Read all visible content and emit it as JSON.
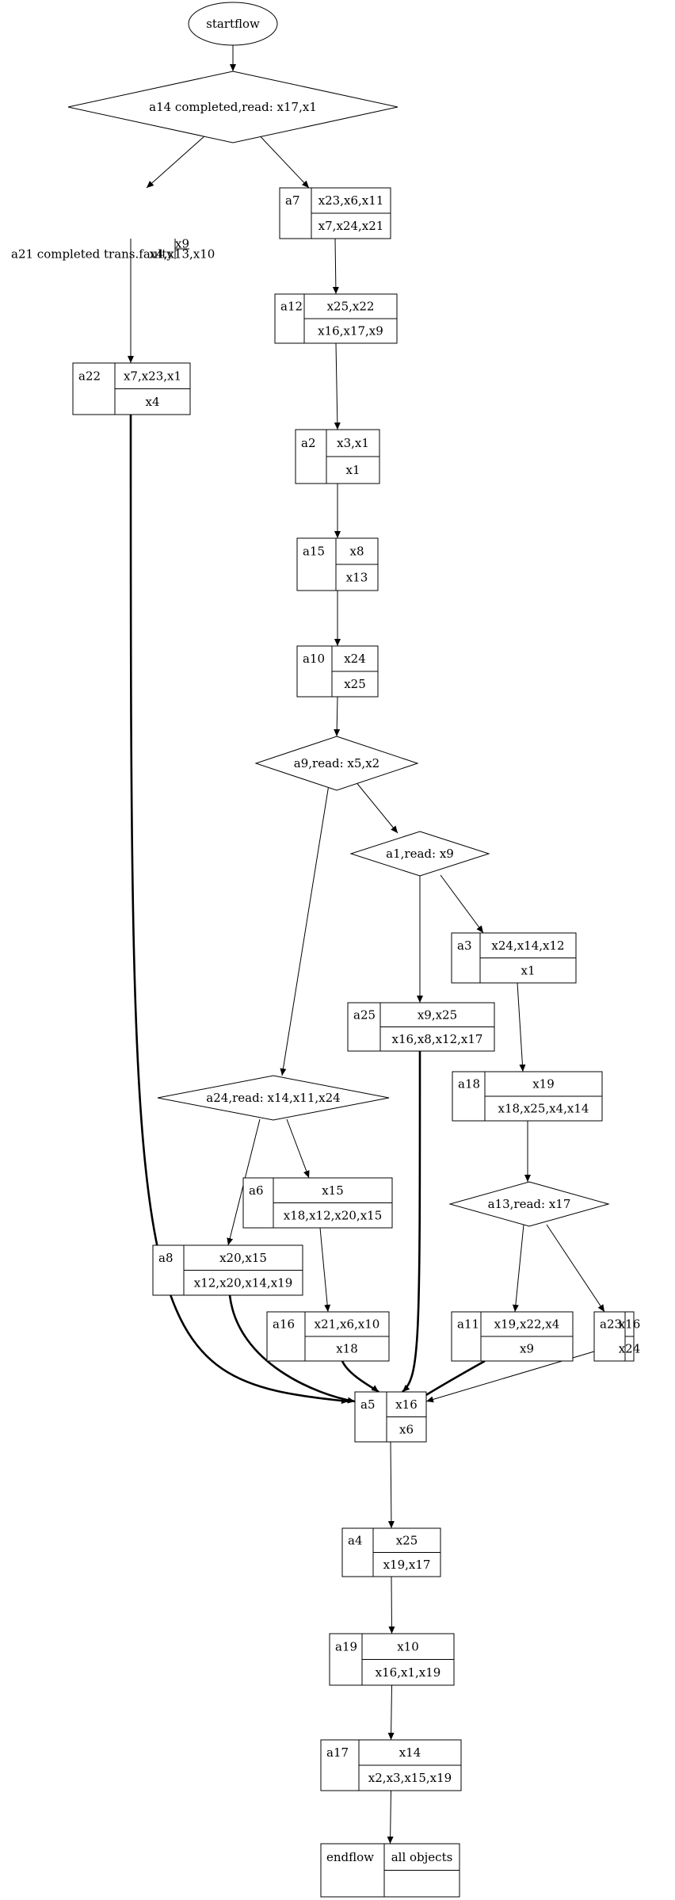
{
  "start": {
    "label": "startflow"
  },
  "decisions": [
    {
      "id": "d14",
      "label": "a14 completed,read: x17,x1"
    },
    {
      "id": "d9",
      "label": "a9,read: x5,x2"
    },
    {
      "id": "d1",
      "label": "a1,read: x9"
    },
    {
      "id": "d24",
      "label": "a24,read: x14,x11,x24"
    },
    {
      "id": "d13",
      "label": "a13,read: x17"
    }
  ],
  "activities": [
    {
      "id": "a21",
      "name": "a21 completed trans.faulty",
      "top": "x4,x13,x10",
      "bottom": "x9"
    },
    {
      "id": "a7",
      "name": "a7",
      "top": "x23,x6,x11",
      "bottom": "x7,x24,x21"
    },
    {
      "id": "a12",
      "name": "a12",
      "top": "x25,x22",
      "bottom": "x16,x17,x9"
    },
    {
      "id": "a22",
      "name": "a22",
      "top": "x7,x23,x1",
      "bottom": "x4"
    },
    {
      "id": "a2",
      "name": "a2",
      "top": "x3,x1",
      "bottom": "x1"
    },
    {
      "id": "a15",
      "name": "a15",
      "top": "x8",
      "bottom": "x13"
    },
    {
      "id": "a10",
      "name": "a10",
      "top": "x24",
      "bottom": "x25"
    },
    {
      "id": "a3",
      "name": "a3",
      "top": "x24,x14,x12",
      "bottom": "x1"
    },
    {
      "id": "a25",
      "name": "a25",
      "top": "x9,x25",
      "bottom": "x16,x8,x12,x17"
    },
    {
      "id": "a18",
      "name": "a18",
      "top": "x19",
      "bottom": "x18,x25,x4,x14"
    },
    {
      "id": "a6",
      "name": "a6",
      "top": "x15",
      "bottom": "x18,x12,x20,x15"
    },
    {
      "id": "a8",
      "name": "a8",
      "top": "x20,x15",
      "bottom": "x12,x20,x14,x19"
    },
    {
      "id": "a16",
      "name": "a16",
      "top": "x21,x6,x10",
      "bottom": "x18"
    },
    {
      "id": "a11",
      "name": "a11",
      "top": "x19,x22,x4",
      "bottom": "x9"
    },
    {
      "id": "a23",
      "name": "a23",
      "top": "x16",
      "bottom": "x24"
    },
    {
      "id": "a5",
      "name": "a5",
      "top": "x16",
      "bottom": "x6"
    },
    {
      "id": "a4",
      "name": "a4",
      "top": "x25",
      "bottom": "x19,x17"
    },
    {
      "id": "a19",
      "name": "a19",
      "top": "x10",
      "bottom": "x16,x1,x19"
    },
    {
      "id": "a17",
      "name": "a17",
      "top": "x14",
      "bottom": "x2,x3,x15,x19"
    },
    {
      "id": "endflow",
      "name": "endflow",
      "top": "all objects",
      "bottom": ""
    }
  ],
  "edges": [
    {
      "from": "start",
      "to": "d14",
      "bold": false
    },
    {
      "from": "d14",
      "to": "a21",
      "bold": false
    },
    {
      "from": "d14",
      "to": "a7",
      "bold": false
    },
    {
      "from": "a21",
      "to": "a22",
      "bold": false
    },
    {
      "from": "a7",
      "to": "a12",
      "bold": false
    },
    {
      "from": "a12",
      "to": "a2",
      "bold": false
    },
    {
      "from": "a2",
      "to": "a15",
      "bold": false
    },
    {
      "from": "a15",
      "to": "a10",
      "bold": false
    },
    {
      "from": "a10",
      "to": "d9",
      "bold": false
    },
    {
      "from": "d9",
      "to": "d1",
      "bold": false
    },
    {
      "from": "d9",
      "to": "d24",
      "bold": false
    },
    {
      "from": "d1",
      "to": "a3",
      "bold": false
    },
    {
      "from": "d1",
      "to": "a25",
      "bold": false
    },
    {
      "from": "a3",
      "to": "a18",
      "bold": false
    },
    {
      "from": "a18",
      "to": "d13",
      "bold": false
    },
    {
      "from": "d24",
      "to": "a6",
      "bold": false
    },
    {
      "from": "d24",
      "to": "a8",
      "bold": false
    },
    {
      "from": "a6",
      "to": "a16",
      "bold": false
    },
    {
      "from": "d13",
      "to": "a11",
      "bold": false
    },
    {
      "from": "d13",
      "to": "a23",
      "bold": false
    },
    {
      "from": "a22",
      "to": "a5",
      "bold": true
    },
    {
      "from": "a8",
      "to": "a5",
      "bold": true
    },
    {
      "from": "a16",
      "to": "a5",
      "bold": true
    },
    {
      "from": "a25",
      "to": "a5",
      "bold": true
    },
    {
      "from": "a11",
      "to": "a5",
      "bold": true
    },
    {
      "from": "a23",
      "to": "a5",
      "bold": false
    },
    {
      "from": "a5",
      "to": "a4",
      "bold": false
    },
    {
      "from": "a4",
      "to": "a19",
      "bold": false
    },
    {
      "from": "a19",
      "to": "a17",
      "bold": false
    },
    {
      "from": "a17",
      "to": "endflow",
      "bold": false
    }
  ]
}
